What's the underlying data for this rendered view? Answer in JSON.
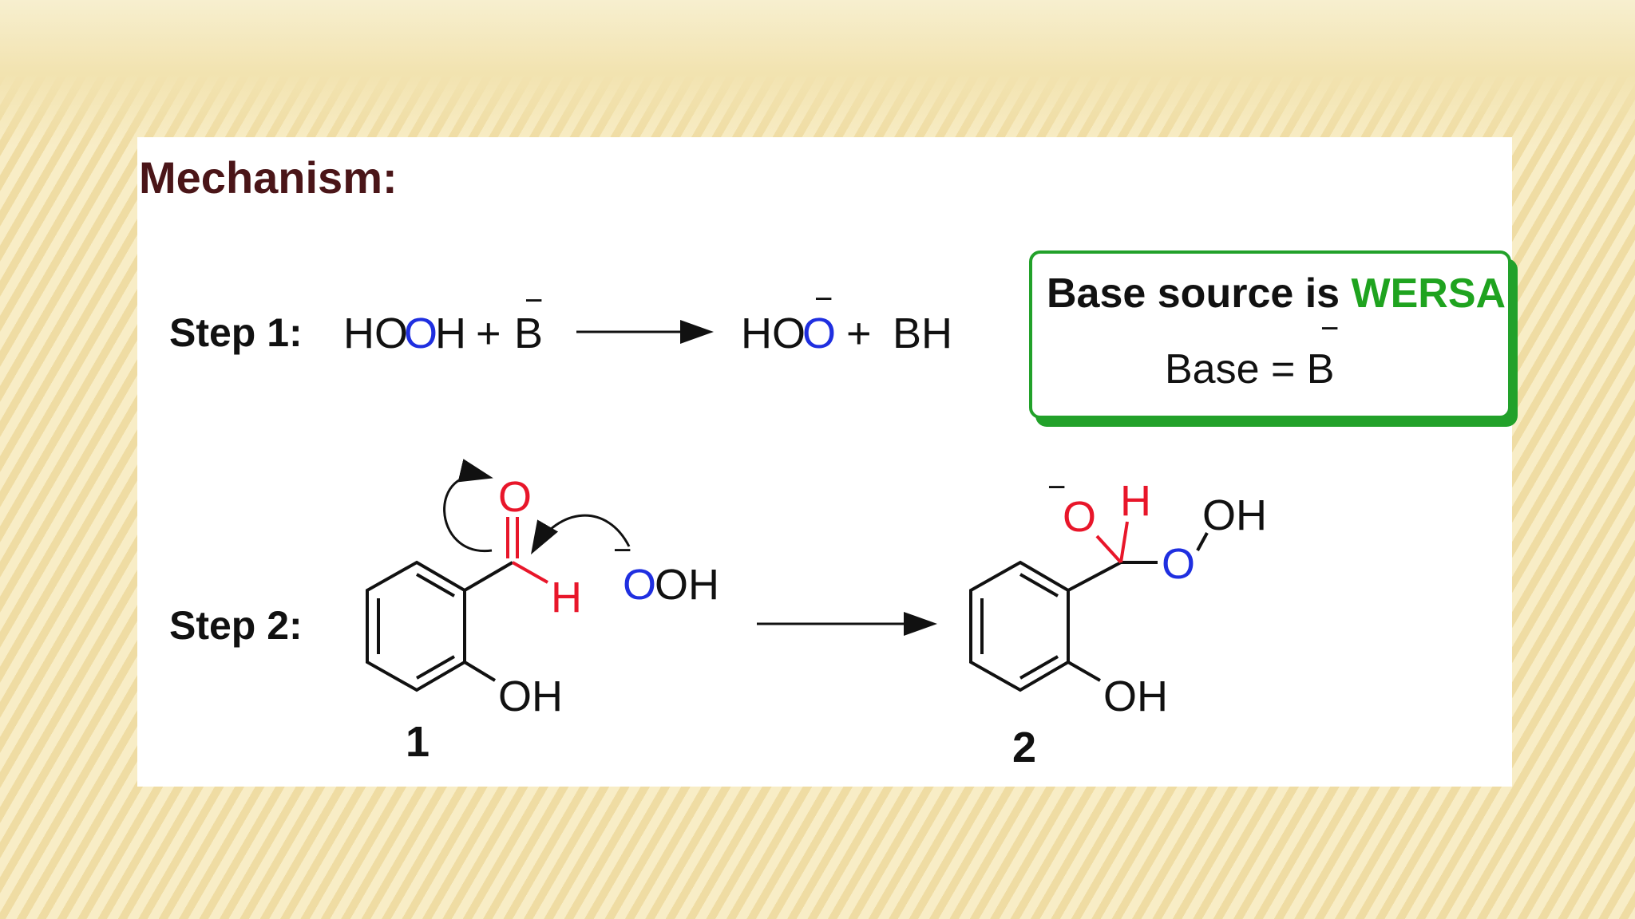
{
  "title": "Mechanism:",
  "step1": {
    "label": "Step 1:",
    "reactant_HO": "HO",
    "reactant_O": "O",
    "reactant_H": "H",
    "plus1": "+",
    "base": "B",
    "charge": "−",
    "product_HO": "HO",
    "product_O": "O",
    "plus2": "+",
    "product_BH": "BH"
  },
  "base_box": {
    "line1_prefix": "Base source is ",
    "line1_highlight": "WERSA",
    "line2": "Base = B",
    "charge": "−"
  },
  "step2": {
    "label": "Step 2:",
    "aldehyde_O": "O",
    "aldehyde_H": "H",
    "phenol_OH": "OH",
    "nucleophile_O": "O",
    "nucleophile_OH": "OH",
    "charge": "−",
    "compound1_label": "1",
    "product_O": "O",
    "product_H": "H",
    "product_O2": "O",
    "product_OH": "OH",
    "product_phenol_OH": "OH",
    "compound2_label": "2"
  },
  "colors": {
    "title": "#4a1518",
    "red": "#e8162a",
    "blue": "#1f2fe0",
    "green": "#1fa31f",
    "black": "#111111"
  }
}
